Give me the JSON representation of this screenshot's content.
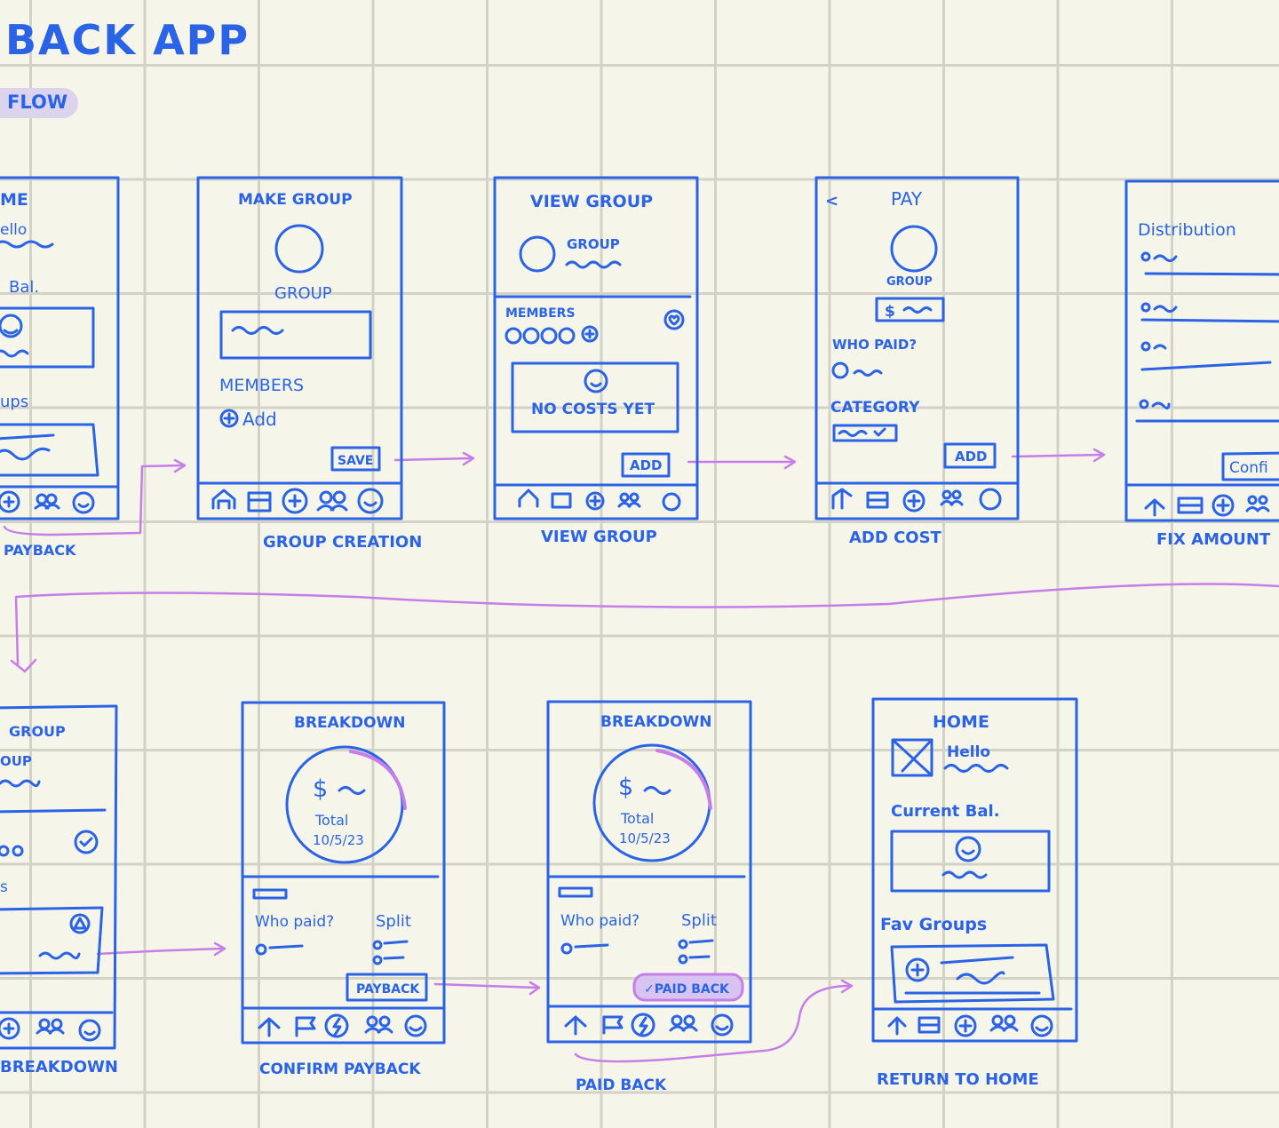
{
  "header": {
    "title": "BACK APP",
    "flow_chip": "FLOW"
  },
  "colors": {
    "ink": "#2b63e6",
    "connector": "#c77de8",
    "highlight": "#d7c4f0",
    "paper": "#f6f5ea",
    "grid": "#d3d2c6"
  },
  "screens": {
    "s1": {
      "title": "ME",
      "hello": "ello",
      "balance": "Bal.",
      "groups": "ups",
      "caption": "PAYBACK"
    },
    "s2": {
      "title": "MAKE GROUP",
      "group": "GROUP",
      "members": "MEMBERS",
      "add": "Add",
      "button": "SAVE",
      "caption": "GROUP CREATION"
    },
    "s3": {
      "title": "VIEW GROUP",
      "group": "GROUP",
      "members": "MEMBERS",
      "empty": "NO COSTS YET",
      "button": "ADD",
      "caption": "VIEW GROUP"
    },
    "s4": {
      "back": "<",
      "title": "PAY",
      "group": "GROUP",
      "amount": "$",
      "who_paid": "WHO PAID?",
      "category": "CATEGORY",
      "button": "ADD",
      "caption": "ADD COST"
    },
    "s5": {
      "title": "Distribution",
      "button": "Confi",
      "caption": "FIX AMOUNT"
    },
    "s6": {
      "title": "GROUP",
      "group": "OUP",
      "groups": "s",
      "caption": "BREAKDOWN"
    },
    "s7": {
      "title": "BREAKDOWN",
      "amount": "$",
      "total": "Total",
      "date": "10/5/23",
      "who_paid": "Who paid?",
      "split": "Split",
      "button": "PAYBACK",
      "caption": "CONFIRM PAYBACK"
    },
    "s8": {
      "title": "BREAKDOWN",
      "amount": "$",
      "total": "Total",
      "date": "10/5/23",
      "who_paid": "Who paid?",
      "split": "Split",
      "button": "✓PAID BACK",
      "caption": "PAID BACK"
    },
    "s9": {
      "title": "HOME",
      "hello": "Hello",
      "balance": "Current Bal.",
      "groups": "Fav Groups",
      "caption": "RETURN TO HOME"
    }
  }
}
